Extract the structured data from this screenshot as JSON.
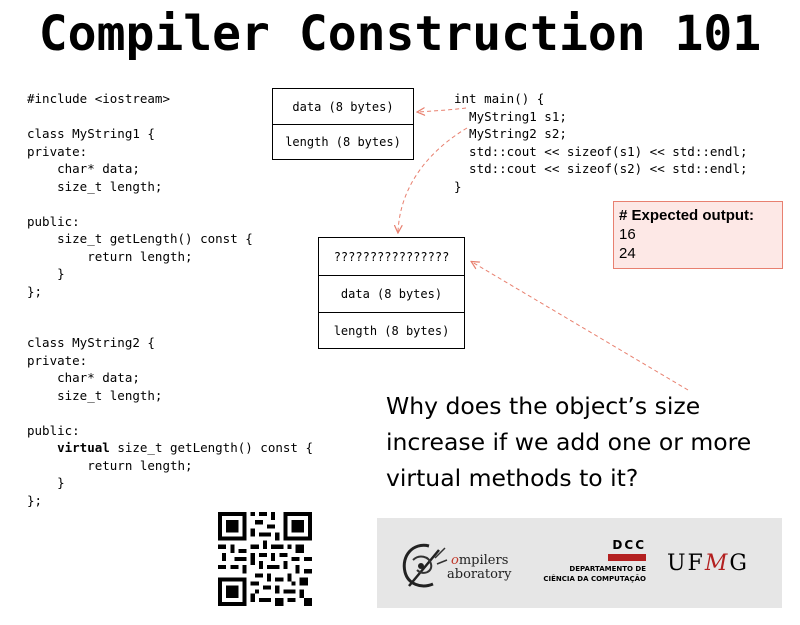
{
  "title": "Compiler Construction 101",
  "code_left_1": "#include <iostream>\n\nclass MyString1 {\nprivate:\n    char* data;\n    size_t length;\n\npublic:\n    size_t getLength() const {\n        return length;\n    }\n};",
  "code_left_2": {
    "before": "class MyString2 {\nprivate:\n    char* data;\n    size_t length;\n\npublic:\n    ",
    "keyword": "virtual",
    "after": " size_t getLength() const {\n        return length;\n    }\n};"
  },
  "code_main": "int main() {\n  MyString1 s1;\n  MyString2 s2;\n  std::cout << sizeof(s1) << std::endl;\n  std::cout << sizeof(s2) << std::endl;\n}",
  "layout1": {
    "data": "data (8 bytes)",
    "length": "length (8 bytes)"
  },
  "layout2": {
    "vptr": "????????????????",
    "data": "data (8 bytes)",
    "length": "length (8 bytes)"
  },
  "expected_output": {
    "heading": "# Expected output:",
    "line1": "16",
    "line2": "24"
  },
  "question": "Why does the object’s size increase if we add one or more virtual methods to it?",
  "logos": {
    "compilers_lab": {
      "line1_rest": "mpilers",
      "line1_prefix": "o",
      "line2": "aboratory"
    },
    "dcc": {
      "abbr": "DCC",
      "line1": "DEPARTAMENTO DE",
      "line2": "CIÊNCIA DA COMPUTAÇÃO"
    },
    "ufmg": {
      "uf": "UF",
      "m": "M",
      "g": "G"
    }
  },
  "colors": {
    "arrow": "#e8806f",
    "box_fill": "#fde8e6",
    "box_border": "#e88070",
    "dcc_red": "#b32020",
    "logo_bg": "#e6e6e6"
  }
}
